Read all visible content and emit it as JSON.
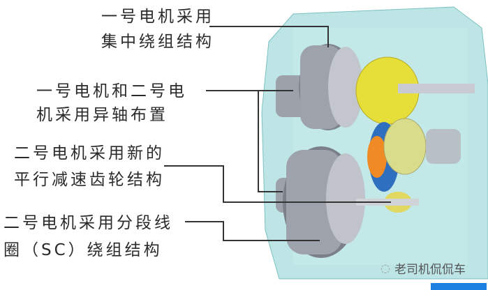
{
  "labels": {
    "motor1_line1": "一号电机采用",
    "motor1_line2": "集中绕组结构",
    "layout_line1": "一号电机和二号电",
    "layout_line2": "机采用异轴布置",
    "gear_line1": "二号电机采用新的",
    "gear_line2": "平行减速齿轮结构",
    "winding_line1": "二号电机采用分段线",
    "winding_line2": "圈（SC）绕组结构"
  },
  "watermark": "老司机侃侃车",
  "colors": {
    "housing": "#9fd9da",
    "motor": "#8a8f99",
    "gear_yellow": "#e8e23a",
    "gear_blue": "#2f6fc0",
    "gear_orange": "#f08a24",
    "accent": "#1a7fe0"
  }
}
